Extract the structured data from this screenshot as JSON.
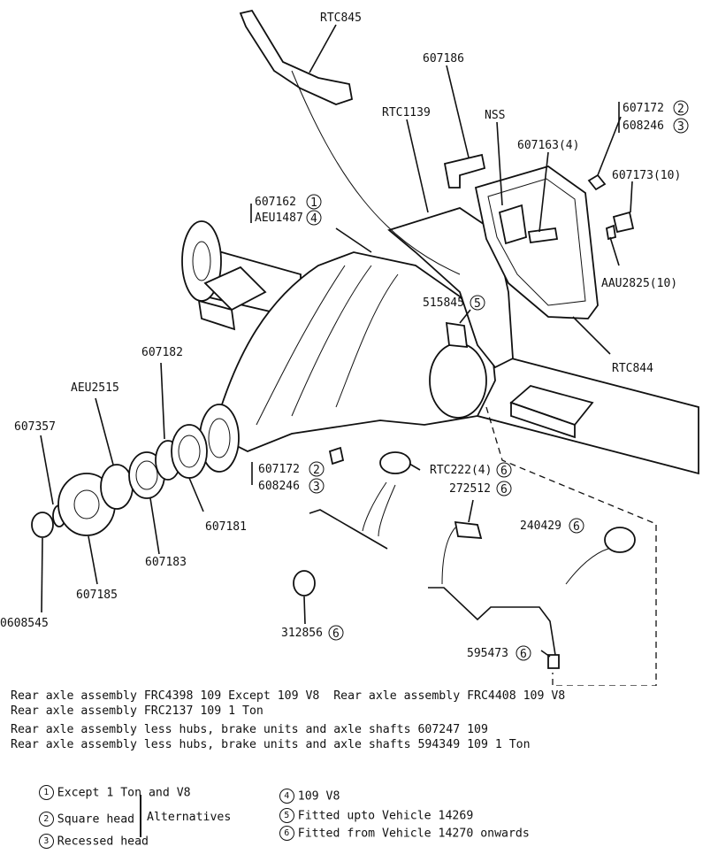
{
  "labels": {
    "rtc845": "RTC845",
    "p607186": "607186",
    "rtc1139": "RTC1139",
    "nss": "NSS",
    "p607163": "607163(4)",
    "p607172_a": "607172",
    "p608246_a": "608246",
    "p607173": "607173(10)",
    "p607162": "607162",
    "aeu1487": "AEU1487",
    "aau2825": "AAU2825(10)",
    "p515845": "515845",
    "rtc844": "RTC844",
    "p607182": "607182",
    "aeu2515": "AEU2515",
    "p607357": "607357",
    "p607172_b": "607172",
    "p608246_b": "608246",
    "rtc222": "RTC222(4)",
    "p272512": "272512",
    "p240429": "240429",
    "p607181": "607181",
    "p607183": "607183",
    "p607185": "607185",
    "p0608545": "0608545",
    "p312856": "312856",
    "p595473": "595473"
  },
  "marks": {
    "one": "1",
    "two": "2",
    "three": "3",
    "four": "4",
    "five": "5",
    "six": "6"
  },
  "legend": {
    "line1": "Rear axle assembly FRC4398 109 Except 109 V8  Rear axle assembly FRC4408 109 V8",
    "line2": "Rear axle assembly FRC2137 109 1 Ton",
    "line3": "Rear axle assembly less hubs, brake units and axle shafts 607247 109",
    "line4": "Rear axle assembly less hubs, brake units and axle shafts 594349 109 1 Ton"
  },
  "key": {
    "k1": "Except 1 Ton and V8",
    "k2": "Square head",
    "k3": "Recessed head",
    "alternatives": "Alternatives",
    "k4": "109 V8",
    "k5": "Fitted upto Vehicle 14269",
    "k6": "Fitted from Vehicle 14270 onwards"
  }
}
